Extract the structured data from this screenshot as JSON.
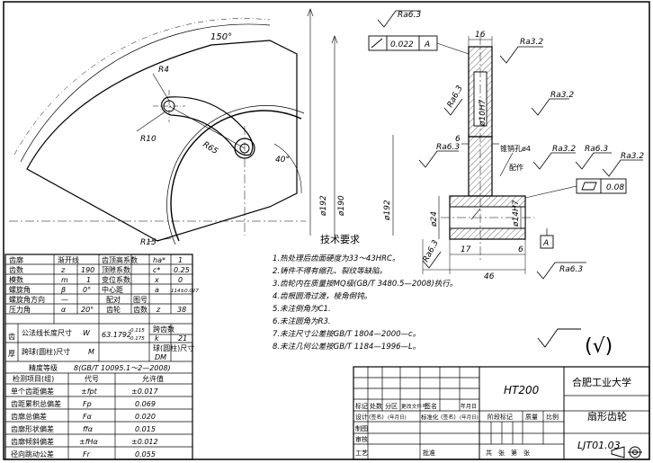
{
  "drawing": {
    "main_view": {
      "angle_150": "150°",
      "angle_40": "40°",
      "r4": "R4",
      "r10": "R10",
      "r65": "R65",
      "r15": "R15",
      "dia192_a": "ø192",
      "dia190": "ø190"
    },
    "section_view": {
      "ra63_top": "Ra6.3",
      "tol_value": "0.022",
      "tol_datum": "A",
      "dim_16": "16",
      "ra32_top": "Ra3.2",
      "ra63_hub": "Ra6.3",
      "dia10h7": "ø10H7",
      "ra32_right": "Ra3.2",
      "dim_6a": "6",
      "ra63_left": "Ra6.3",
      "pin_hole": "锥销孔ø4",
      "pin_note": "配作",
      "ra32_mid": "Ra3.2",
      "ra63_mid": "Ra6.3",
      "ra32_far": "Ra3.2",
      "flat_tol": "0.08",
      "dia192_b": "ø192",
      "dia24": "ø24",
      "dia14h7": "ø14H7",
      "datum_a": "A",
      "ra63_bot": "Ra6.3",
      "dim_17": "17",
      "dim_6b": "6",
      "dim_46": "46",
      "ra63_br": "Ra6.3"
    },
    "tech_req": {
      "title": "技术要求",
      "lines": [
        "1.热处理后齿面硬度为33～43HRC。",
        "2.铸件不得有缩孔、裂纹等缺陷。",
        "3.齿轮内在质量按MQ级(GB/T 3480.5—2008)执行。",
        "4.齿根圆滑过渡，棱角倒钝。",
        "5.未注倒角为C1.",
        "6.未注圆角为R3.",
        "7.未注尺寸公差按GB/T 1804—2000—c。",
        "8.未注几何公差按GB/T 1184—1996—L。"
      ]
    },
    "param_table": {
      "r1": [
        "齿廓",
        "渐开线",
        "齿顶高系数",
        "ha*",
        "1"
      ],
      "r2": [
        "齿数",
        "z",
        "190",
        "顶隙系数",
        "c*",
        "0.25"
      ],
      "r3": [
        "模数",
        "m",
        "1",
        "变位系数",
        "x",
        "0"
      ],
      "r4": [
        "螺旋角",
        "β",
        "0°",
        "中心距",
        "a",
        "114±0.027"
      ],
      "r5": [
        "螺旋角方向",
        "—",
        "配对",
        "图号"
      ],
      "r6": [
        "压力角",
        "α",
        "20°",
        "齿轮",
        "齿数",
        "z",
        "38"
      ],
      "r7_side": "齿",
      "r7_side2": "厚",
      "r7": [
        "公法线长度尺寸",
        "W",
        "63.1792",
        "-0.115",
        "-0.175",
        "跨齿数",
        "k",
        "21"
      ],
      "r8": [
        "跨球(圆柱)尺寸",
        "M",
        "球(圆柱)尺寸",
        "DM"
      ],
      "acc_label": "精度等级",
      "acc_value": "8(GB/T 10095.1～2—2008)",
      "insp_hdr": [
        "检测项目(组)",
        "代号",
        "允许值"
      ],
      "insp_rows": [
        [
          "单个齿距偏差",
          "±fpt",
          "±0.017"
        ],
        [
          "齿距累积总偏差",
          "Fp",
          "0.069"
        ],
        [
          "齿廓总偏差",
          "Fα",
          "0.020"
        ],
        [
          "齿廓形状偏差",
          "ffα",
          "0.015"
        ],
        [
          "齿廓倾斜偏差",
          "±fHα",
          "±0.012"
        ],
        [
          "径向跳动公差",
          "Fr",
          "0.055"
        ]
      ]
    },
    "roughness_note": "(√)",
    "title_block": {
      "material": "HT200",
      "company": "合肥工业大学",
      "part_name": "扇形齿轮",
      "drawing_no": "LJT01.03",
      "hdr": [
        "标记",
        "处数",
        "分区",
        "更改文件号",
        "签名",
        "年月日"
      ],
      "row2": [
        "设计",
        "(签名)",
        "(年月日)",
        "标准化",
        "(签名)",
        "(年月日)"
      ],
      "stage": "阶段标记",
      "mass": "质量",
      "scale": "比例",
      "draw": "制图",
      "check": "审核",
      "process": "工艺",
      "approve": "批准",
      "sheets": "共　张　第　张"
    }
  }
}
